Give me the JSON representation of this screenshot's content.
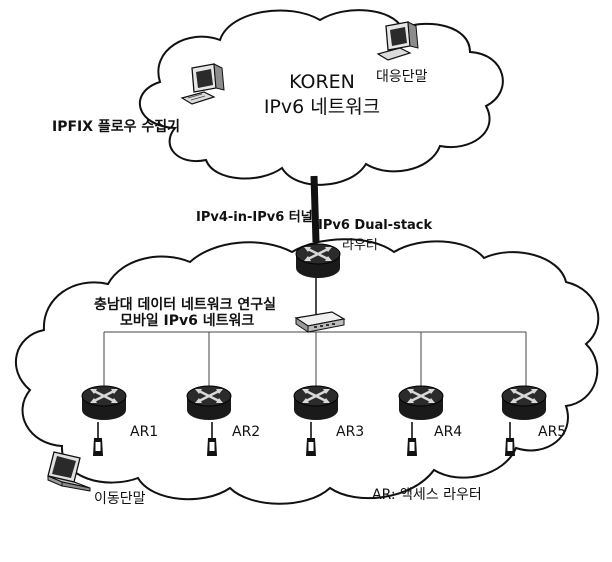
{
  "top_cloud": {
    "title_line1": "KOREN",
    "title_line2": "IPv6 네트워크",
    "ipfix_label": "IPFIX 플로우 수집기",
    "peer_label": "대응단말"
  },
  "tunnel_label": "IPv4-in-IPv6 터널",
  "dual_stack": {
    "line1": "IPv6 Dual-stack",
    "line2": "라우터"
  },
  "bottom_cloud": {
    "title_line1": "충남대 데이터 네트워크 연구실",
    "title_line2": "모바일 IPv6 네트워크",
    "routers": [
      {
        "label": "AR1"
      },
      {
        "label": "AR2"
      },
      {
        "label": "AR3"
      },
      {
        "label": "AR4"
      },
      {
        "label": "AR5"
      }
    ],
    "mobile_label": "이동단말",
    "legend": "AR: 액세스 라우터"
  },
  "colors": {
    "line": "#111111",
    "router": "#1a1a1a",
    "router_highlight": "#d8d8d8"
  },
  "icons": [
    "desktop-computer-icon",
    "router-icon",
    "switch-icon",
    "antenna-icon",
    "laptop-icon"
  ]
}
